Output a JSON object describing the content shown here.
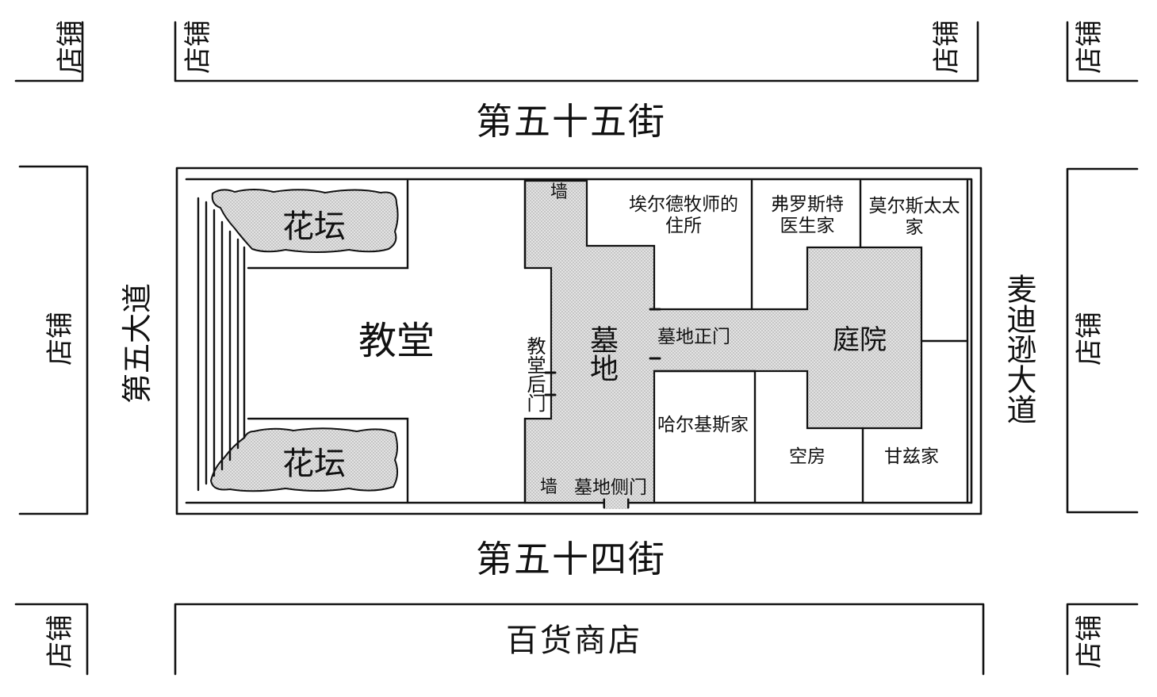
{
  "colors": {
    "ink": "#111111",
    "fill": "#d9d9d9",
    "paper": "#ffffff"
  },
  "streets": {
    "north": "第五十五街",
    "south": "第五十四街",
    "west": "第五大道",
    "east": "麦迪逊大道"
  },
  "shop_label": "店铺",
  "department_store": "百货商店",
  "areas": {
    "flowerbed": "花坛",
    "church": "教堂",
    "cemetery": "墓地",
    "courtyard": "庭院",
    "wall": "墙",
    "church_back_door": "教堂后门",
    "cemetery_main_gate": "墓地正门",
    "cemetery_side_gate": "墓地侧门",
    "elder_residence": "埃尔德牧师的住所",
    "frost_house": "弗罗斯特医生家",
    "morse_house": "莫尔斯太太家",
    "harkness_house": "哈尔基斯家",
    "empty_house": "空房",
    "gance_house": "甘兹家"
  }
}
